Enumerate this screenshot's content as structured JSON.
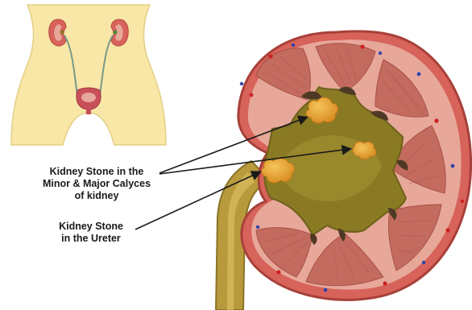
{
  "labels": {
    "calyces": {
      "line1": "Kidney Stone in the",
      "line2": "Minor & Major Calyces",
      "line3": "of kidney"
    },
    "ureter": {
      "line1": "Kidney Stone",
      "line2": "in the Ureter"
    }
  },
  "colors": {
    "body_skin": "#f8e7a6",
    "body_outline": "#e3cf86",
    "kidney_capsule": "#d7635b",
    "cortex": "#e7a89a",
    "pyramid": "#c46b5f",
    "pelvis_urine": "#8a7a24",
    "ureter": "#b89a3d",
    "stone": "#e8a23a",
    "arrow": "#1a1a1a"
  }
}
